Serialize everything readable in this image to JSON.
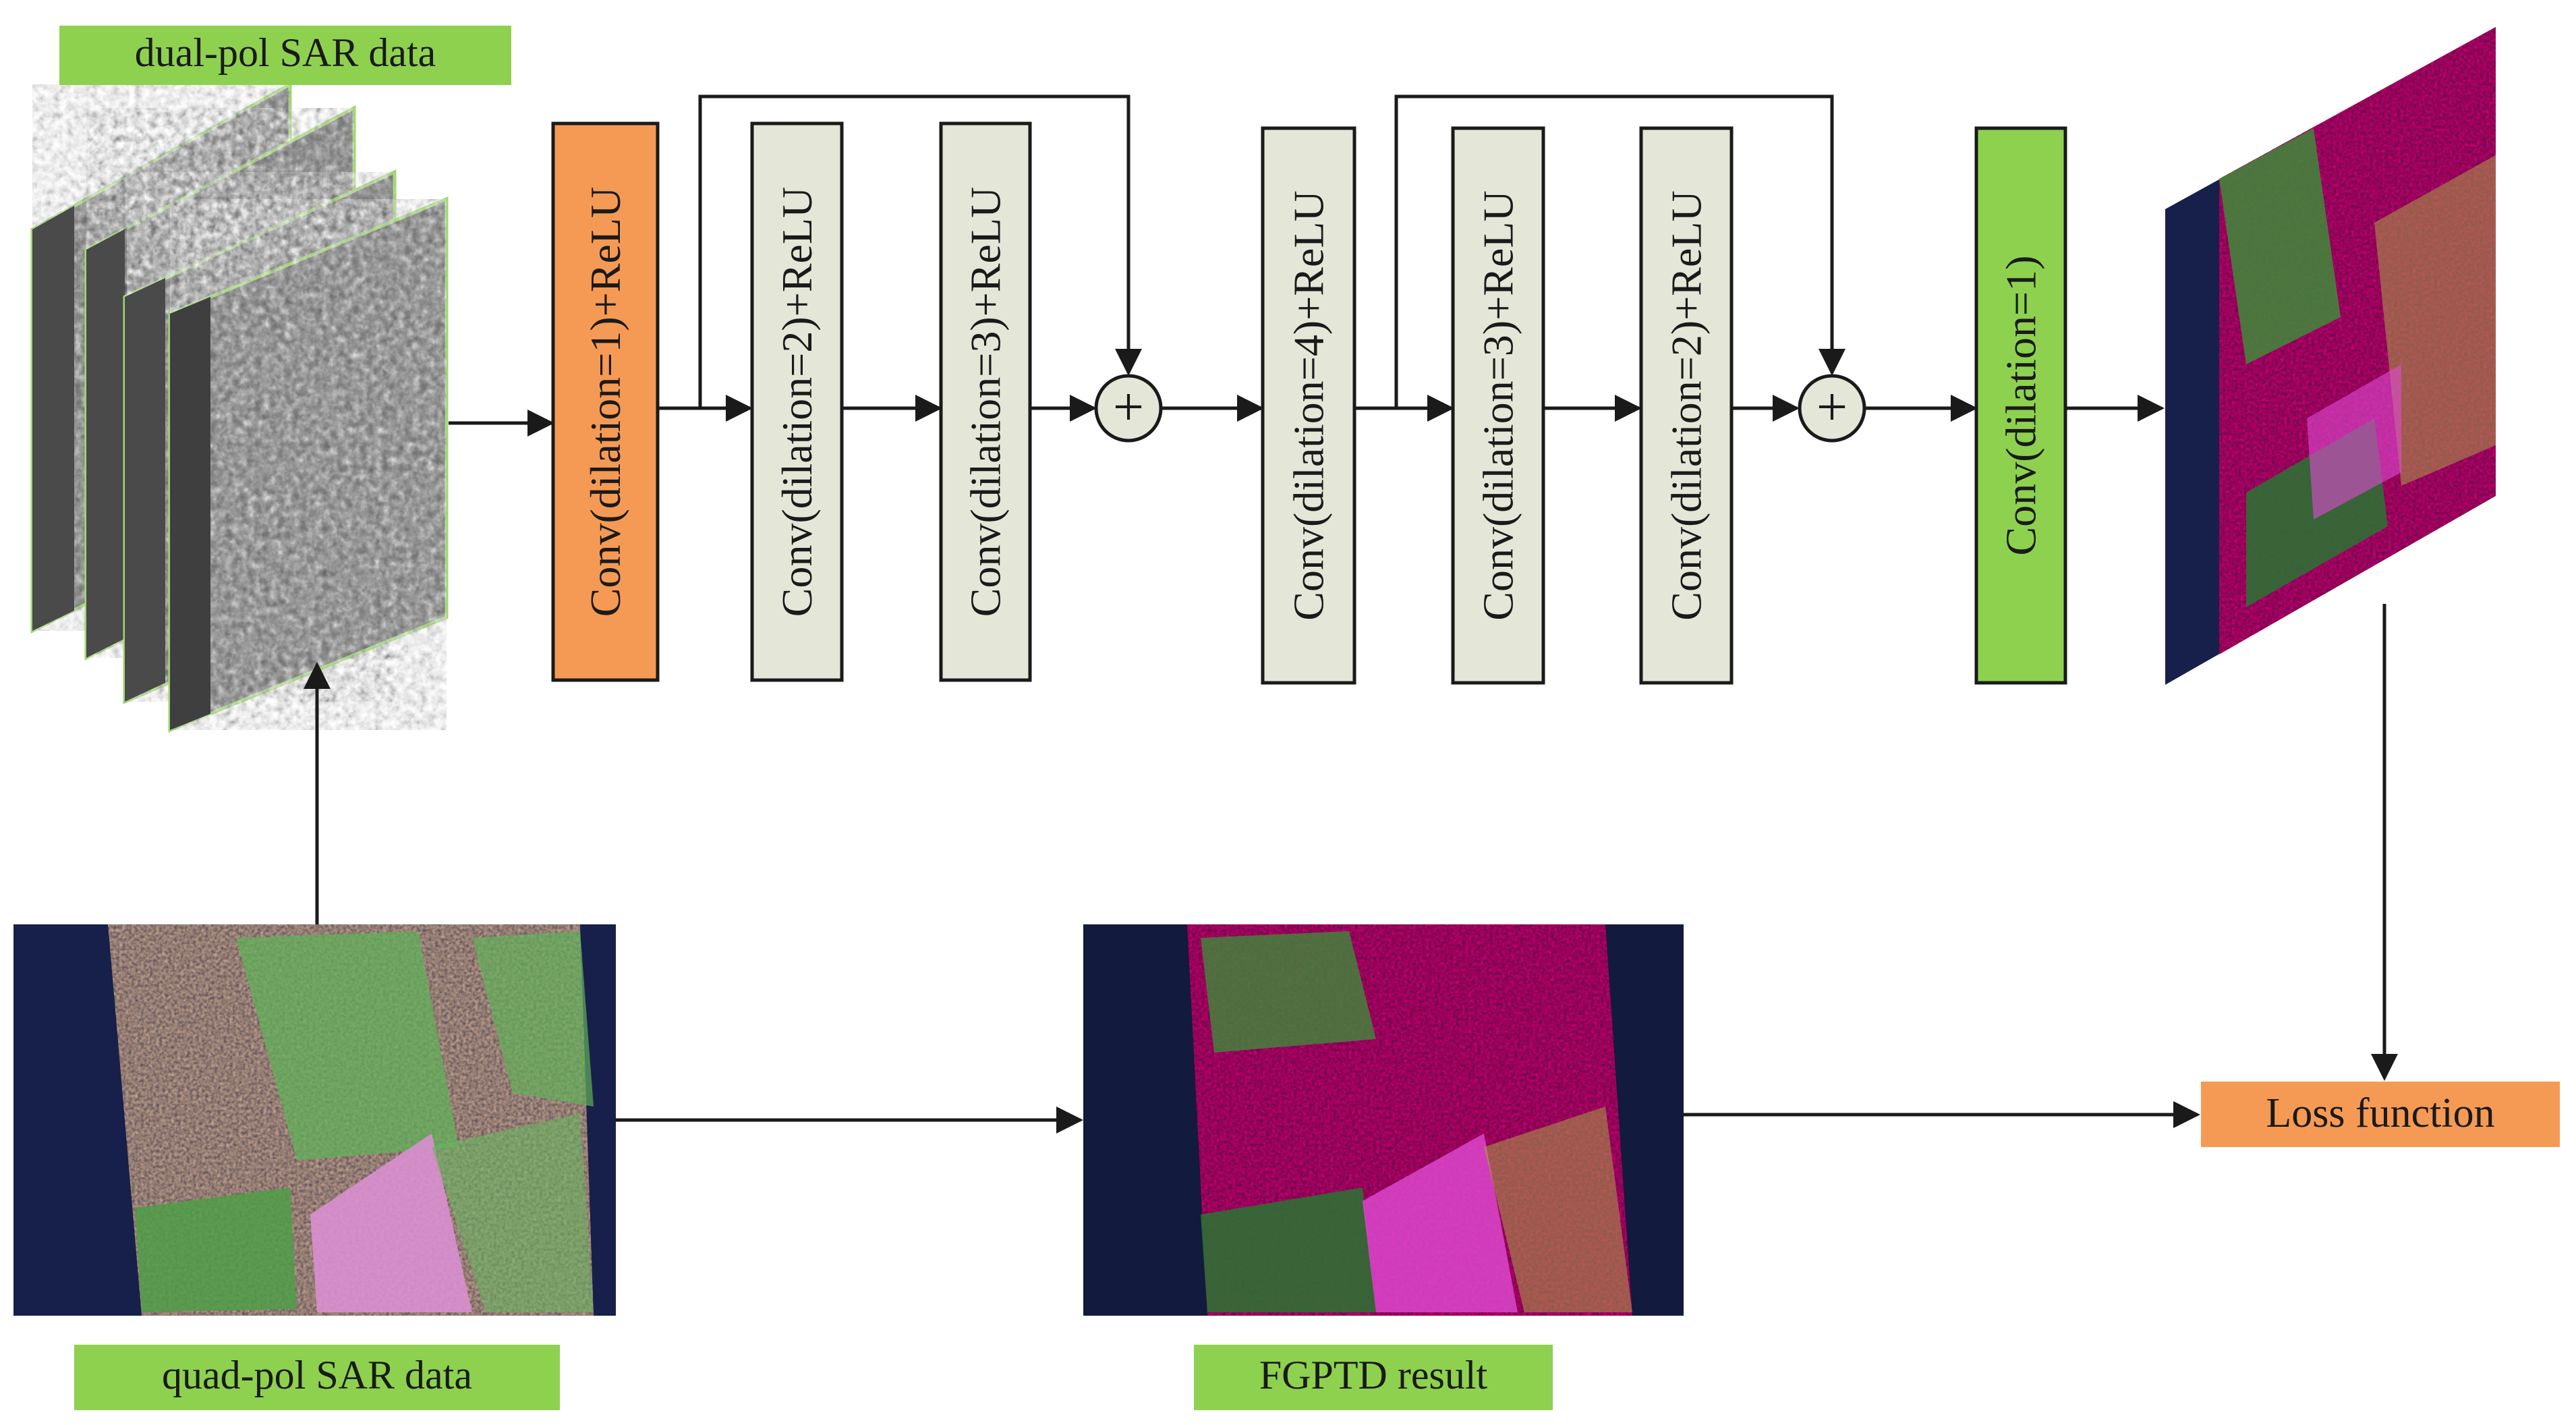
{
  "labels": {
    "dual_pol": "dual-pol SAR data",
    "quad_pol": "quad-pol SAR data",
    "fgptd_result": "FGPTD result",
    "loss_function": "Loss function"
  },
  "blocks": [
    {
      "id": "b1",
      "label": "Conv(dilation=1)+ReLU",
      "style": "orange"
    },
    {
      "id": "b2",
      "label": "Conv(dilation=2)+ReLU",
      "style": "grey"
    },
    {
      "id": "b3",
      "label": "Conv(dilation=3)+ReLU",
      "style": "grey"
    },
    {
      "id": "b4",
      "label": "Conv(dilation=4)+ReLU",
      "style": "grey"
    },
    {
      "id": "b5",
      "label": "Conv(dilation=3)+ReLU",
      "style": "grey"
    },
    {
      "id": "b6",
      "label": "Conv(dilation=2)+ReLU",
      "style": "grey"
    },
    {
      "id": "b7",
      "label": "Conv(dilation=1)",
      "style": "green"
    }
  ],
  "sum_symbol": "+",
  "colors": {
    "label_green": "#8ed14f",
    "block_orange": "#f59a54",
    "block_grey": "#e4e7d8",
    "block_green": "#8ed14f",
    "stroke": "#1a1a1a",
    "sum_fill": "#e4e7d8",
    "sar_ocean": "#17204a",
    "sar_urban_pink": "#d21d86",
    "sar_veg_green": "#3f8a3a",
    "quad_urban": "#c2a79a",
    "quad_veg": "#62b05a",
    "quad_violet": "#d98fd0"
  }
}
